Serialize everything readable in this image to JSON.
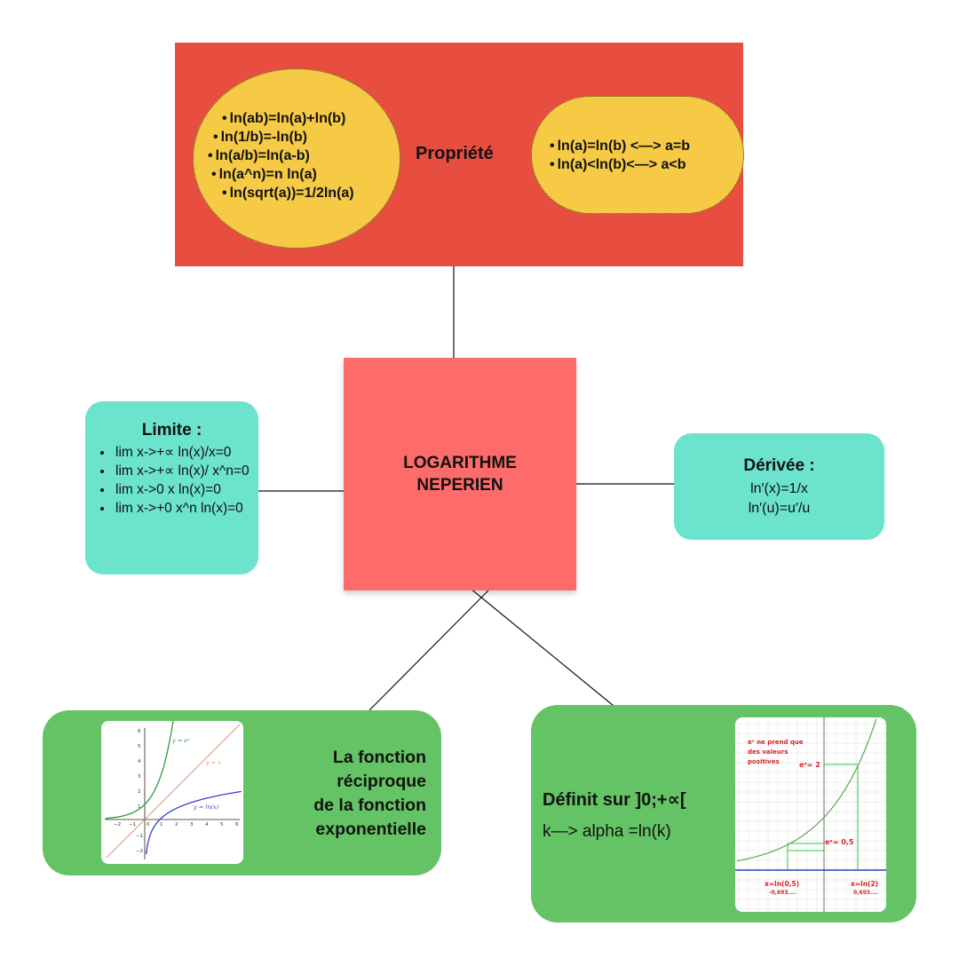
{
  "properties": {
    "title": "Propriété",
    "left_rules": [
      "ln(ab)=ln(a)+ln(b)",
      "ln(1/b)=-ln(b)",
      "ln(a/b)=ln(a-b)",
      "ln(a^n)=n ln(a)",
      "ln(sqrt(a))=1/2ln(a)"
    ],
    "right_rules": [
      "ln(a)=ln(b) <—> a=b",
      "ln(a)<ln(b)<—> a<b"
    ]
  },
  "center": {
    "line1": "LOGARITHME",
    "line2": "NEPERIEN"
  },
  "limit": {
    "title": "Limite :",
    "items": [
      "lim x->+∝ ln(x)/x=0",
      "lim x->+∝ ln(x)/ x^n=0",
      "lim x->0 x ln(x)=0",
      "lim x->+0 x^n ln(x)=0"
    ]
  },
  "derivative": {
    "title": "Dérivée :",
    "line1": "ln′(x)=1/x",
    "line2": "ln′(u)=u′/u"
  },
  "reciprocal": {
    "lines": [
      "La fonction",
      "réciproque",
      "de la fonction",
      "exponentielle"
    ],
    "graph": {
      "label_exp": "y = eˣ",
      "label_id": "y = x",
      "label_ln": "y = ln(x)",
      "x_ticks": [
        "−2",
        "−1",
        "0",
        "1",
        "2",
        "3",
        "4",
        "5",
        "6"
      ],
      "y_ticks": [
        "6",
        "5",
        "4",
        "3",
        "2",
        "1",
        "−1",
        "−2"
      ],
      "colors": {
        "exp": "#2e9a3e",
        "identity": "#e8927a",
        "ln": "#3b3fc8"
      }
    }
  },
  "definition": {
    "line1": "Définit sur ]0;+∝[",
    "line2": "k—> alpha =ln(k)",
    "graph": {
      "note_lines": [
        "eˣ ne prend que",
        "des valeurs",
        "positives"
      ],
      "label_e2": "eˣ= 2",
      "label_e05": "eˣ= 0,5",
      "label_xln05": "x=ln(0,5)",
      "label_xln05_val": "-0,693....",
      "label_xln2": "x=ln(2)",
      "label_xln2_val": "0,693....",
      "colors": {
        "curve": "#5aa84f",
        "guides": "#32c83a",
        "axis": "#2b3fc0",
        "text": "#e02020"
      }
    }
  }
}
